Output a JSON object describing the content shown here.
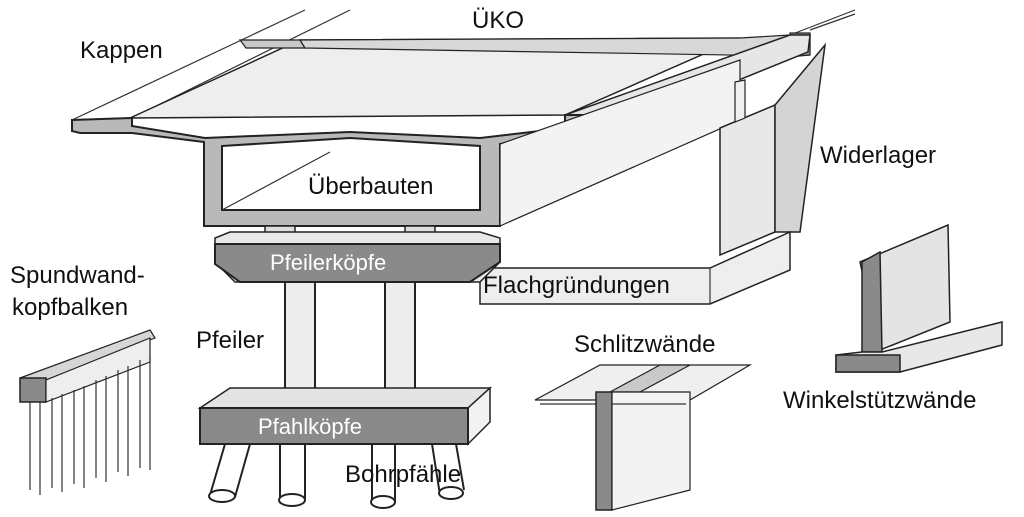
{
  "labels": {
    "uko": "ÜKO",
    "kappen": "Kappen",
    "widerlager": "Widerlager",
    "ueberbauten": "Überbauten",
    "pfeilerkoepfe": "Pfeilerköpfe",
    "flachgruendungen": "Flachgründungen",
    "spundwand_line1": "Spundwand-",
    "spundwand_line2": "kopfbalken",
    "pfeiler": "Pfeiler",
    "schlitzwaende": "Schlitzwände",
    "winkelstuetzwaende": "Winkelstützwände",
    "pfahlkoepfe": "Pfahlköpfe",
    "bohrpfaehle": "Bohrpfähle"
  },
  "colors": {
    "light_gray": "#e6e6e6",
    "mid_gray": "#c9c9c9",
    "dark_gray": "#8a8a8a",
    "line": "#222222"
  }
}
